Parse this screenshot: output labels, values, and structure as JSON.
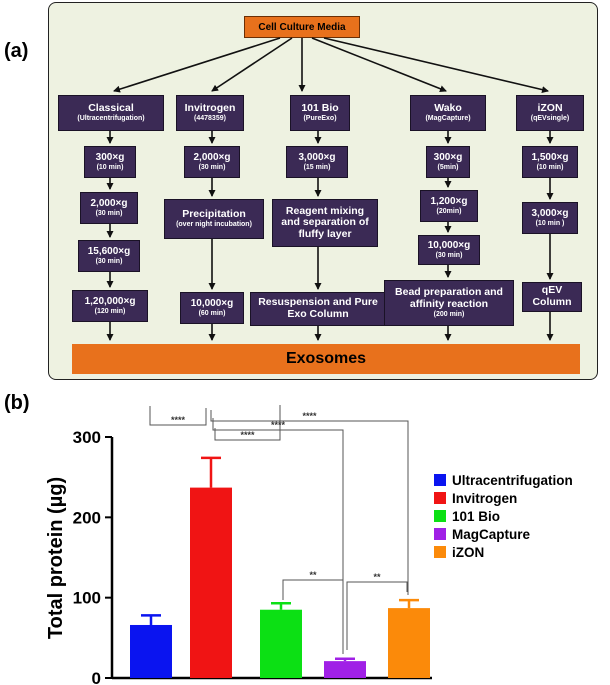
{
  "panel_a": {
    "label": "(a)",
    "source": "Cell Culture Media",
    "output": "Exosomes",
    "methods": [
      {
        "name": "Classical",
        "sub": "(Ultracentrifugation)",
        "steps": [
          {
            "main": "300×g",
            "sub": "(10 min)"
          },
          {
            "main": "2,000×g",
            "sub": "(30 min)"
          },
          {
            "main": "15,600×g",
            "sub": "(30 min)"
          },
          {
            "main": "1,20,000×g",
            "sub": "(120 min)"
          }
        ]
      },
      {
        "name": "Invitrogen",
        "sub": "(4478359)",
        "steps": [
          {
            "main": "2,000×g",
            "sub": "(30 min)"
          },
          {
            "main": "Precipitation",
            "sub": "(over night incubation)"
          },
          {
            "main": "10,000×g",
            "sub": "(60 min)"
          }
        ]
      },
      {
        "name": "101 Bio",
        "sub": "(PureExo)",
        "steps": [
          {
            "main": "3,000×g",
            "sub": "(15 min)"
          },
          {
            "main": "Reagent mixing and separation of fluffy layer",
            "sub": ""
          },
          {
            "main": "Resuspension and Pure Exo Column",
            "sub": ""
          }
        ]
      },
      {
        "name": "Wako",
        "sub": "(MagCapture)",
        "steps": [
          {
            "main": "300×g",
            "sub": "(5min)"
          },
          {
            "main": "1,200×g",
            "sub": "(20min)"
          },
          {
            "main": "10,000×g",
            "sub": "(30 min)"
          },
          {
            "main": "Bead preparation and affinity reaction",
            "sub": "(200 min)"
          }
        ]
      },
      {
        "name": "iZON",
        "sub": "(qEVsingle)",
        "steps": [
          {
            "main": "1,500×g",
            "sub": "(10 min)"
          },
          {
            "main": "3,000×g",
            "sub": "(10 min )"
          },
          {
            "main": "qEV Column",
            "sub": ""
          }
        ]
      }
    ]
  },
  "panel_b": {
    "label": "(b)",
    "legend": [
      "Ultracentrifugation",
      "Invitrogen",
      "101 Bio",
      "MagCapture",
      "iZON"
    ],
    "significance": [
      {
        "from": 0,
        "to": 1,
        "label": "****"
      },
      {
        "from": 1,
        "to": 2,
        "label": "****"
      },
      {
        "from": 1,
        "to": 3,
        "label": "****"
      },
      {
        "from": 1,
        "to": 4,
        "label": "****"
      },
      {
        "from": 2,
        "to": 3,
        "label": "**"
      },
      {
        "from": 3,
        "to": 4,
        "label": "**"
      }
    ]
  },
  "chart_data": {
    "type": "bar",
    "ylabel": "Total protein (µg)",
    "xlabel": "",
    "ylim": [
      0,
      300
    ],
    "yticks": [
      "0",
      "100",
      "200",
      "300"
    ],
    "categories": [
      "Ultracentrifugation",
      "Invitrogen",
      "101 Bio",
      "MagCapture",
      "iZON"
    ],
    "values": [
      66,
      237,
      85,
      21,
      87
    ],
    "errors": [
      12,
      37,
      8,
      3,
      10
    ],
    "colors": [
      "#0a14f0",
      "#f01414",
      "#0ce014",
      "#a020e6",
      "#fb8a0a"
    ],
    "legend_position": "right"
  }
}
